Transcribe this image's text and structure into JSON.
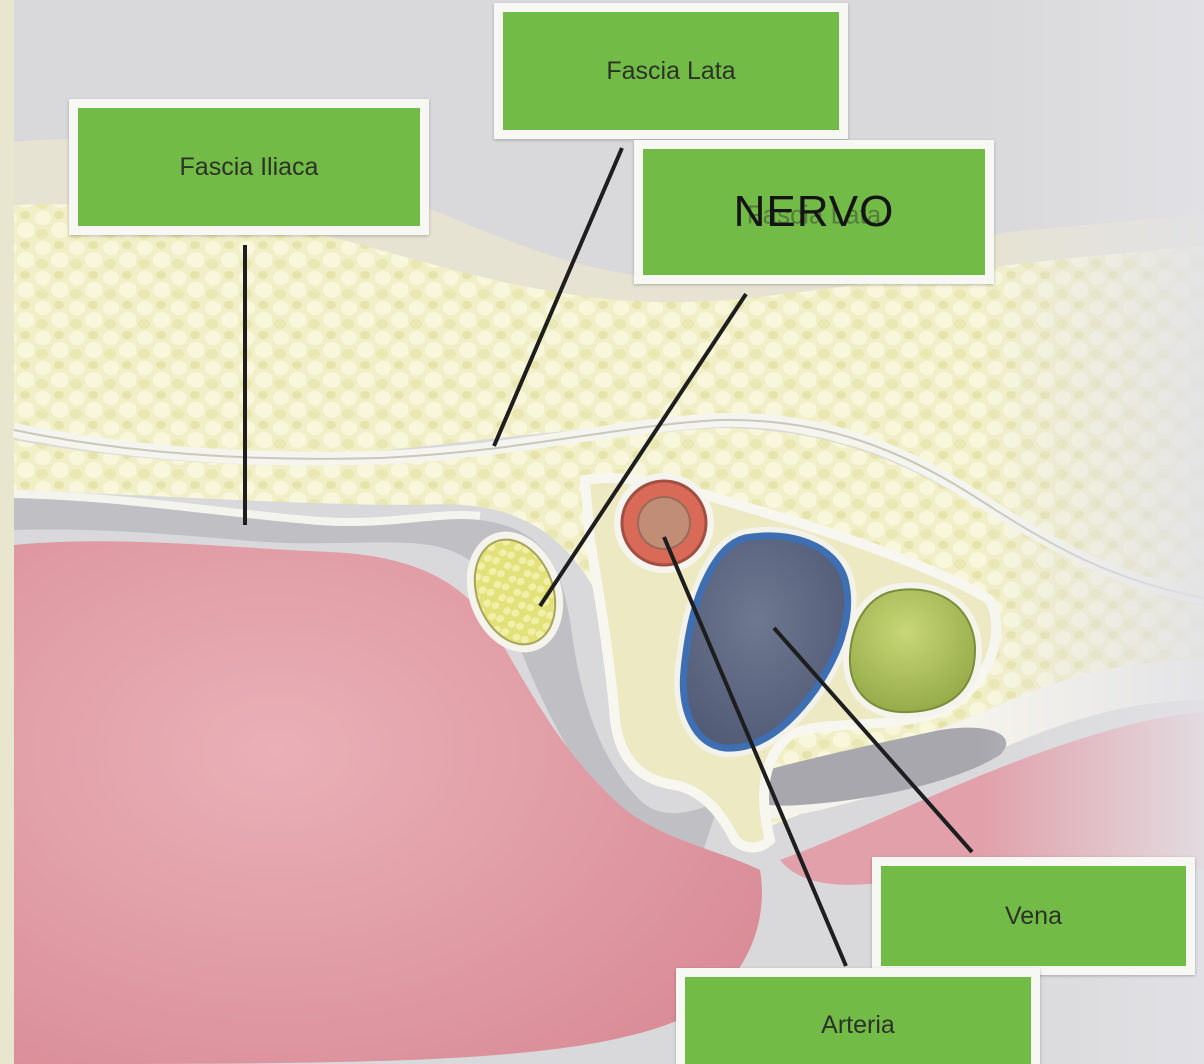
{
  "labels": {
    "fascia_iliaca": "Fascia Iliaca",
    "fascia_lata": "Fascia Lata",
    "nervo_overlay": "NERVO",
    "nervo_underlying": "Fascia Lata",
    "vena": "Vena",
    "arteria": "Arteria"
  },
  "structures": {
    "iliopsoas": "muscle",
    "femoral_nerve": "nerve",
    "femoral_artery": "artery",
    "femoral_vein": "vein",
    "lymph_node": "lymph-node",
    "fat": "fat-tissue"
  },
  "colors": {
    "label_fill": "#73bb47",
    "label_border": "#f7f8f4",
    "muscle": "#e39aa4",
    "fat": "#f1efc4",
    "nerve": "#e8e67f",
    "artery_wall": "#d66a57",
    "vein_fill": "#5c6580",
    "vein_wall": "#3d6fb2",
    "node": "#b3c65a",
    "fascia": "#c2c2c6",
    "leader": "#1e1e1e"
  }
}
